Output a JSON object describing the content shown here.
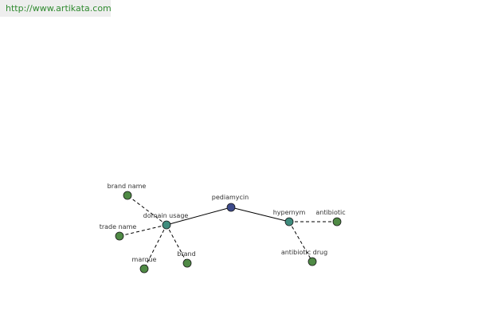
{
  "banner": {
    "url": "http://www.artikata.com"
  },
  "colors": {
    "root": "#3d4a8a",
    "relation": "#3f8c7d",
    "leaf": "#4f8a45",
    "edge": "#000000",
    "banner_text": "#2f8a2f"
  },
  "graph": {
    "nodes": [
      {
        "id": "pediamycin",
        "label": "pediamycin",
        "kind": "root"
      },
      {
        "id": "domain-usage",
        "label": "domain usage",
        "kind": "relation"
      },
      {
        "id": "hypernym",
        "label": "hypernym",
        "kind": "relation"
      },
      {
        "id": "brand-name",
        "label": "brand name",
        "kind": "leaf"
      },
      {
        "id": "trade-name",
        "label": "trade name",
        "kind": "leaf"
      },
      {
        "id": "marque",
        "label": "marque",
        "kind": "leaf"
      },
      {
        "id": "brand",
        "label": "brand",
        "kind": "leaf"
      },
      {
        "id": "antibiotic",
        "label": "antibiotic",
        "kind": "leaf"
      },
      {
        "id": "antibiotic-drug",
        "label": "antibiotic drug",
        "kind": "leaf"
      }
    ],
    "edges": [
      {
        "from": "pediamycin",
        "to": "domain-usage",
        "style": "solid"
      },
      {
        "from": "pediamycin",
        "to": "hypernym",
        "style": "solid"
      },
      {
        "from": "domain-usage",
        "to": "brand-name",
        "style": "dashed"
      },
      {
        "from": "domain-usage",
        "to": "trade-name",
        "style": "dashed"
      },
      {
        "from": "domain-usage",
        "to": "marque",
        "style": "dashed"
      },
      {
        "from": "domain-usage",
        "to": "brand",
        "style": "dashed"
      },
      {
        "from": "hypernym",
        "to": "antibiotic",
        "style": "dashed"
      },
      {
        "from": "hypernym",
        "to": "antibiotic-drug",
        "style": "dashed"
      }
    ]
  }
}
